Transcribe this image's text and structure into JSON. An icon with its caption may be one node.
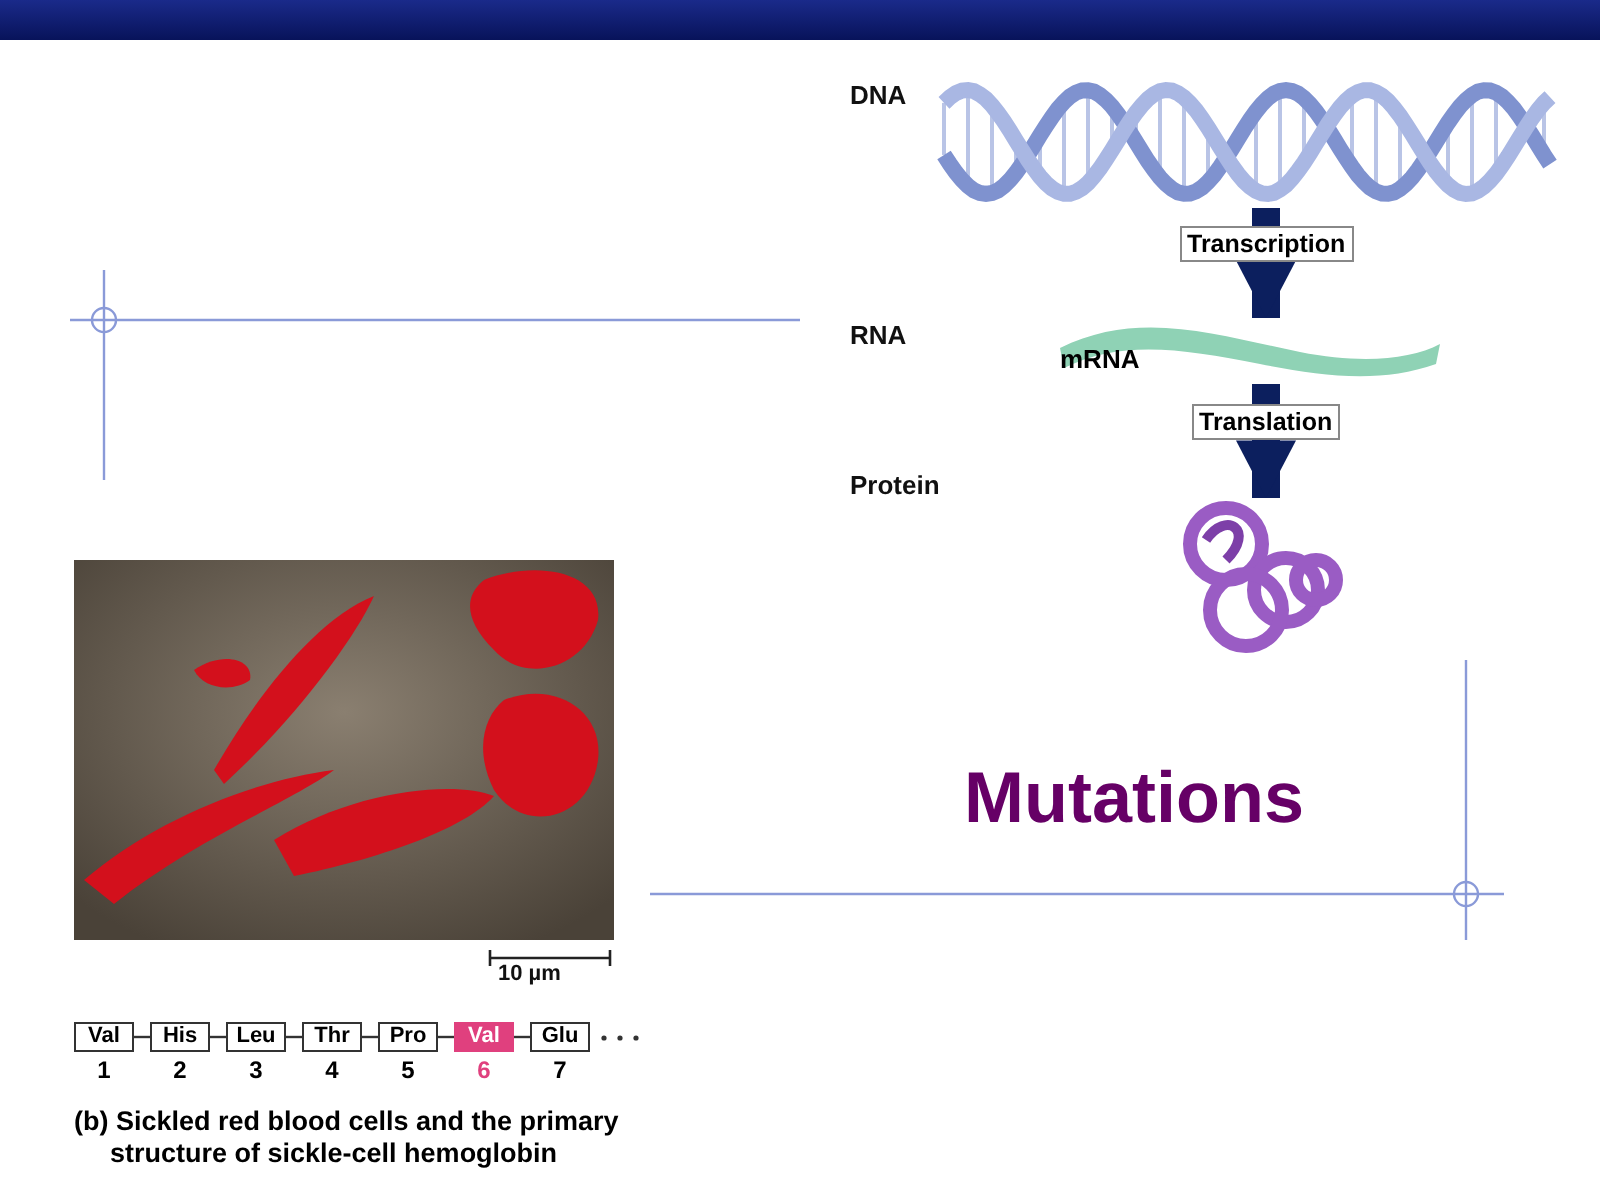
{
  "diagram": {
    "title": "Mutations",
    "caption": "(b) Sickled red blood cells and the primary structure of sickle-cell hemoglobin",
    "nodes": [
      {
        "text": [],
        "shape": "picture"
      },
      {
        "text": [
          "mRNA"
        ]
      },
      {
        "text": [],
        "shape": "picture"
      },
      {
        "text": [
          "Val"
        ],
        "beside": [
          "1"
        ]
      },
      {
        "text": [
          "His"
        ],
        "beside": [
          "2"
        ]
      },
      {
        "text": [
          "Leu"
        ],
        "beside": [
          "3"
        ]
      },
      {
        "text": [
          "Thr"
        ],
        "beside": [
          "4"
        ]
      },
      {
        "text": [
          "Pro"
        ],
        "beside": [
          "5"
        ]
      },
      {
        "text": [
          "Val"
        ],
        "beside": [
          "6"
        ]
      },
      {
        "text": [
          "Glu"
        ],
        "beside": [
          "7"
        ]
      }
    ],
    "edges": [
      {
        "from": 0,
        "to": 1,
        "arrow": "to",
        "label": "Transcription",
        "style": "thick"
      },
      {
        "from": 1,
        "to": 2,
        "arrow": "to",
        "label": "Translation",
        "style": "thick"
      },
      {
        "from": 3,
        "to": 4,
        "arrow": "none"
      },
      {
        "from": 4,
        "to": 5,
        "arrow": "none"
      },
      {
        "from": 5,
        "to": 6,
        "arrow": "none"
      },
      {
        "from": 6,
        "to": 7,
        "arrow": "none"
      },
      {
        "from": 7,
        "to": 8,
        "arrow": "none"
      },
      {
        "from": 8,
        "to": 9,
        "arrow": "none"
      }
    ],
    "labels": [
      "DNA",
      "RNA",
      "Protein",
      "10 µm"
    ]
  }
}
